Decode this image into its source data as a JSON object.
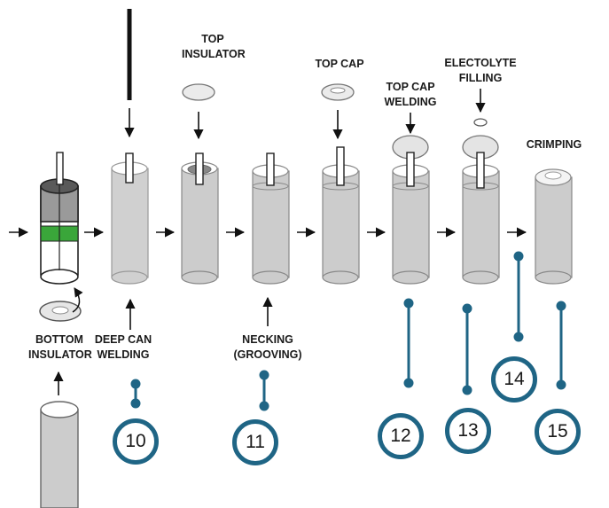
{
  "labels": {
    "bottom_insulator": "BOTTOM\nINSULATOR",
    "deep_can_welding": "DEEP CAN\nWELDING",
    "top_insulator": "TOP\nINSULATOR",
    "necking": "NECKING\n(GROOVING)",
    "top_cap": "TOP CAP",
    "top_cap_welding": "TOP CAP\nWELDING",
    "electrolyte_filling": "ELECTOLYTE\nFILLING",
    "crimping": "CRIMPING"
  },
  "step_numbers": [
    "10",
    "11",
    "12",
    "13",
    "14",
    "15"
  ],
  "colors": {
    "marker": "#1f6585",
    "can_fill": "#d0d0d0",
    "separator_band": "#3aa63a",
    "text": "#1a1a1a"
  }
}
